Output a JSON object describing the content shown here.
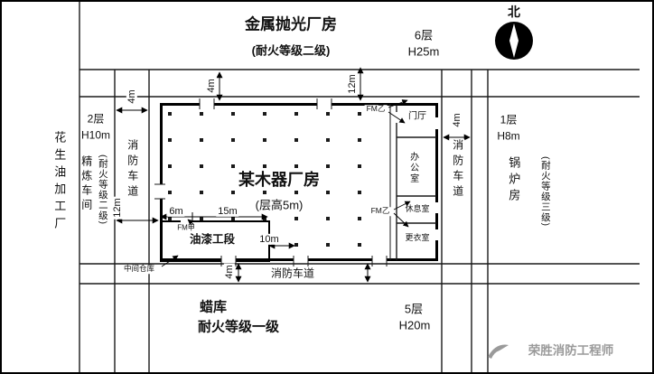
{
  "compass": {
    "label": "北"
  },
  "top_building": {
    "name": "金属抛光厂房",
    "rating": "(耐火等级二级)",
    "floors": "6层",
    "height": "H25m"
  },
  "left_area": {
    "factory": "花生油加工厂",
    "floors": "2层",
    "height": "H10m",
    "workshop": "精炼车间",
    "rating": "(耐火等级二级)"
  },
  "right_building": {
    "floors": "1层",
    "height": "H8m",
    "name": "锅炉房",
    "rating": "(耐火等级三级)"
  },
  "bottom_building": {
    "name": "蜡库",
    "rating": "耐火等级一级",
    "floors": "5层",
    "height": "H20m"
  },
  "main_building": {
    "name": "某木器厂房",
    "note": "(层高5m)",
    "paint_section": "油漆工段",
    "warehouse": "中间仓库",
    "rooms": {
      "foyer": "门厅",
      "office": "办公室",
      "lounge": "休息室",
      "locker": "更衣室"
    },
    "doors": {
      "fm_jia": "FM甲",
      "fm_yi_top": "FM乙",
      "fm_yi_bottom": "FM乙"
    }
  },
  "roads": {
    "left": "消防车道",
    "right": "消防车道",
    "bottom": "消防车道"
  },
  "dimensions": {
    "left_road_width": "4m",
    "top_left_gap": "4m",
    "top_center": "12m",
    "right_gap": "4m",
    "west_gap": "12m",
    "paint_a": "6m",
    "paint_b": "15m",
    "paint_c": "10m",
    "bottom_gap": "4m"
  },
  "watermark": {
    "text": "荣胜消防工程师"
  }
}
